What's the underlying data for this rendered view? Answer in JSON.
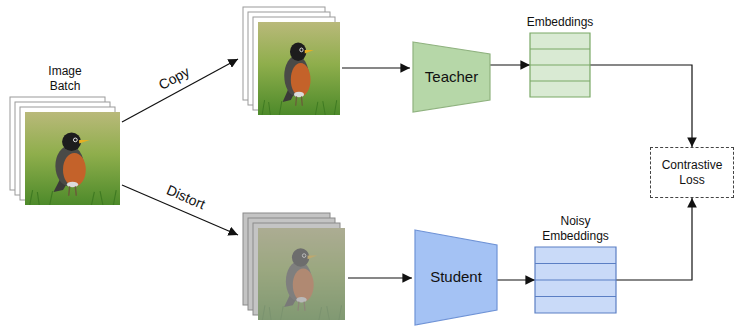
{
  "diagram": {
    "nodes": [
      {
        "text": [
          "Image Batch"
        ]
      },
      {
        "text": [
          "Teacher"
        ]
      },
      {
        "text": [
          "Embeddings"
        ]
      },
      {
        "text": [
          "Student"
        ]
      },
      {
        "text": [
          "Noisy Embeddings"
        ]
      },
      {
        "text": [
          "Contrastive Loss"
        ]
      }
    ],
    "edges": [
      {
        "from": 1,
        "to": 2,
        "arrow": "to"
      },
      {
        "from": 2,
        "to": 5,
        "arrow": "to"
      },
      {
        "from": 3,
        "to": 4,
        "arrow": "to"
      },
      {
        "from": 4,
        "to": 5,
        "arrow": "to"
      }
    ],
    "labels": [
      "Copy",
      "Distort"
    ]
  }
}
